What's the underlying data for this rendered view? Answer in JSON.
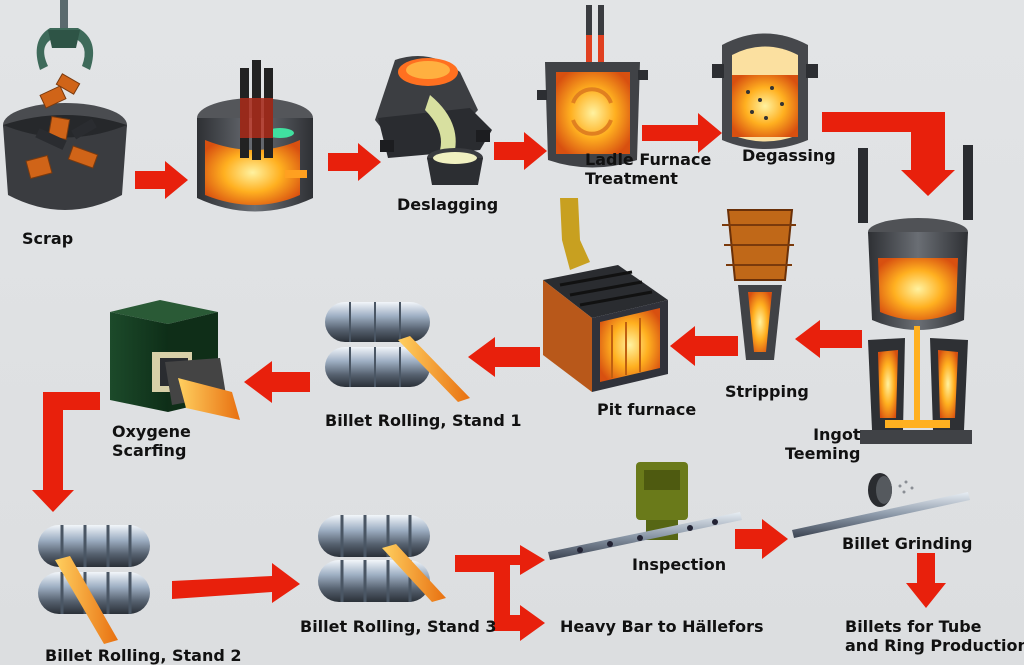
{
  "labels": {
    "scrap": "Scrap",
    "deslagging": "Deslagging",
    "ladle_furnace": [
      "Ladle Furnace",
      "Treatment"
    ],
    "degassing": "Degassing",
    "ingot_teeming": [
      "Ingot",
      "Teeming"
    ],
    "stripping": "Stripping",
    "pit_furnace": "Pit furnace",
    "billet_rolling_1": "Billet Rolling, Stand 1",
    "oxygene_scarfing": [
      "Oxygene",
      "Scarfing"
    ],
    "billet_rolling_2": "Billet Rolling, Stand 2",
    "billet_rolling_3": "Billet Rolling, Stand 3",
    "inspection": "Inspection",
    "heavy_bar": "Heavy Bar to Hällefors",
    "billet_grinding": "Billet Grinding",
    "billets_tube_ring": [
      "Billets for Tube",
      "and Ring Production"
    ]
  },
  "colors": {
    "arrow": "#e8200c",
    "steel_dark": "#3a3c40",
    "molten": "#ff9a1a",
    "label": "#111111"
  }
}
